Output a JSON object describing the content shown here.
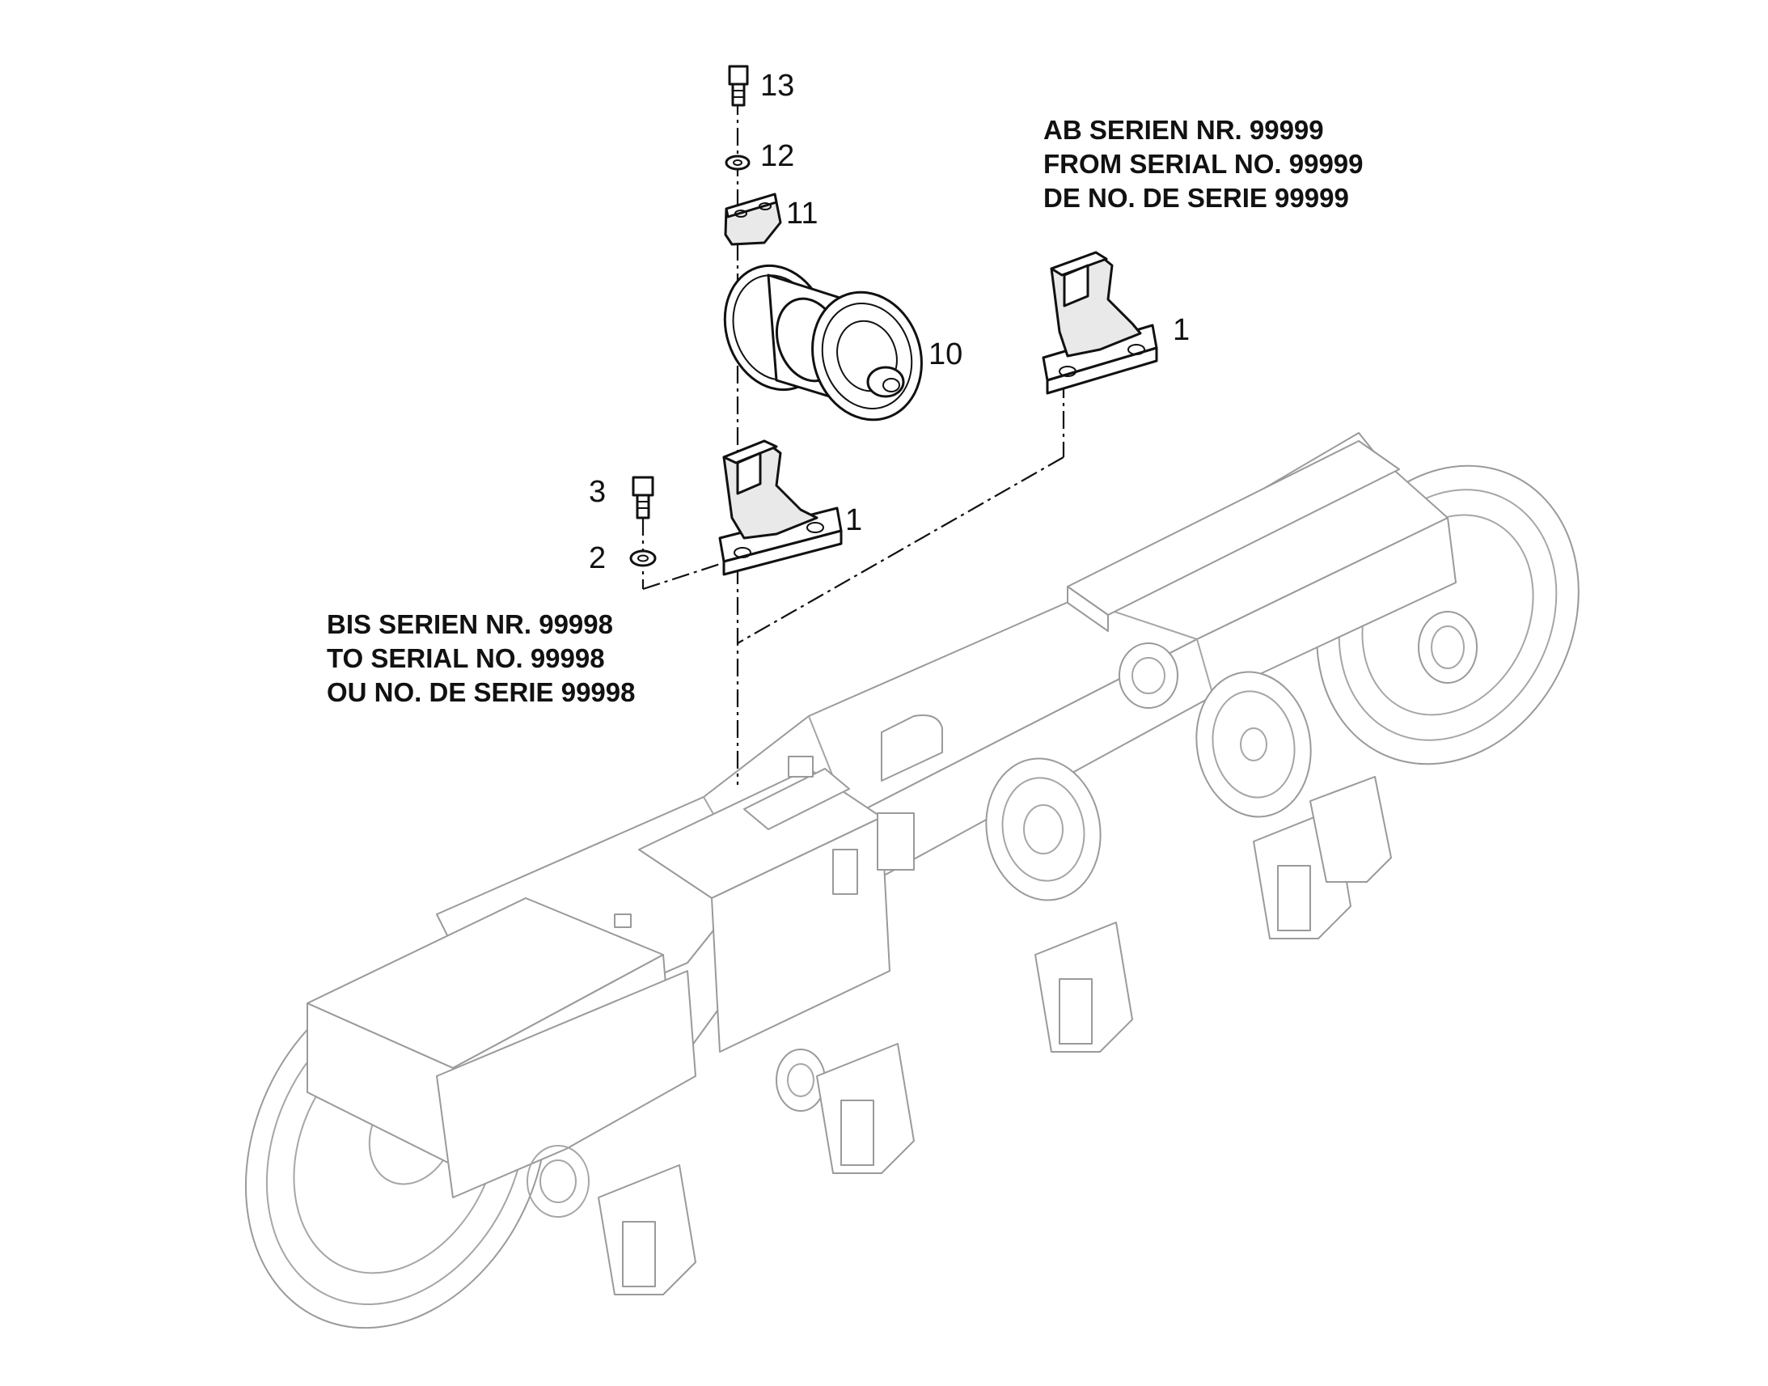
{
  "callouts": [
    {
      "id": "13",
      "text": "13"
    },
    {
      "id": "12",
      "text": "12"
    },
    {
      "id": "11",
      "text": "11"
    },
    {
      "id": "10",
      "text": "10"
    },
    {
      "id": "1a",
      "text": "1"
    },
    {
      "id": "1b",
      "text": "1"
    },
    {
      "id": "3",
      "text": "3"
    },
    {
      "id": "2",
      "text": "2"
    }
  ],
  "notes": {
    "from_serial": [
      "AB SERIEN NR. 99999",
      "FROM SERIAL NO. 99999",
      "DE NO. DE SERIE 99999"
    ],
    "to_serial": [
      "BIS SERIEN NR. 99998",
      "TO SERIAL NO. 99998",
      "OU NO. DE SERIE 99998"
    ]
  }
}
